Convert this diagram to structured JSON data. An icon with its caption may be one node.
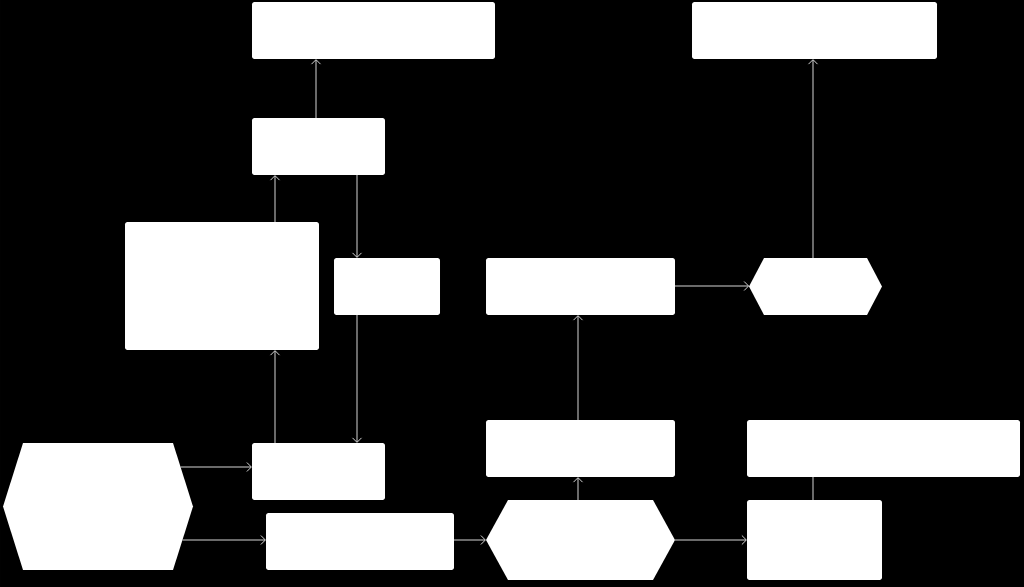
{
  "diagram": {
    "nodes": [
      {
        "text": [],
        "shape": "box"
      },
      {
        "text": [],
        "shape": "box"
      },
      {
        "text": [],
        "shape": "box"
      },
      {
        "text": [],
        "shape": "box"
      },
      {
        "text": [],
        "shape": "box"
      },
      {
        "text": [],
        "shape": "box"
      },
      {
        "text": [],
        "shape": "hexagon"
      },
      {
        "text": [],
        "shape": "hexagon"
      },
      {
        "text": [],
        "shape": "box"
      },
      {
        "text": [],
        "shape": "box"
      },
      {
        "text": [],
        "shape": "box"
      },
      {
        "text": [],
        "shape": "box"
      },
      {
        "text": [],
        "shape": "hexagon"
      },
      {
        "text": [],
        "shape": "box"
      }
    ],
    "edges": [
      {
        "from": 2,
        "to": 0,
        "arrow": "to"
      },
      {
        "from": 3,
        "to": 2,
        "arrow": "to"
      },
      {
        "from": 2,
        "to": 4,
        "arrow": "to"
      },
      {
        "from": 6,
        "to": 1,
        "arrow": "to"
      },
      {
        "from": 5,
        "to": 6,
        "arrow": "to"
      },
      {
        "from": 8,
        "to": 3,
        "arrow": "to"
      },
      {
        "from": 4,
        "to": 8,
        "arrow": "to"
      },
      {
        "from": 7,
        "to": 8,
        "arrow": "to"
      },
      {
        "from": 7,
        "to": 11,
        "arrow": "to"
      },
      {
        "from": 11,
        "to": 12,
        "arrow": "to"
      },
      {
        "from": 12,
        "to": 13,
        "arrow": "to"
      },
      {
        "from": 9,
        "to": 5,
        "arrow": "to"
      },
      {
        "from": 12,
        "to": 9,
        "arrow": "to"
      },
      {
        "from": 13,
        "to": 10,
        "arrow": "none"
      }
    ]
  }
}
